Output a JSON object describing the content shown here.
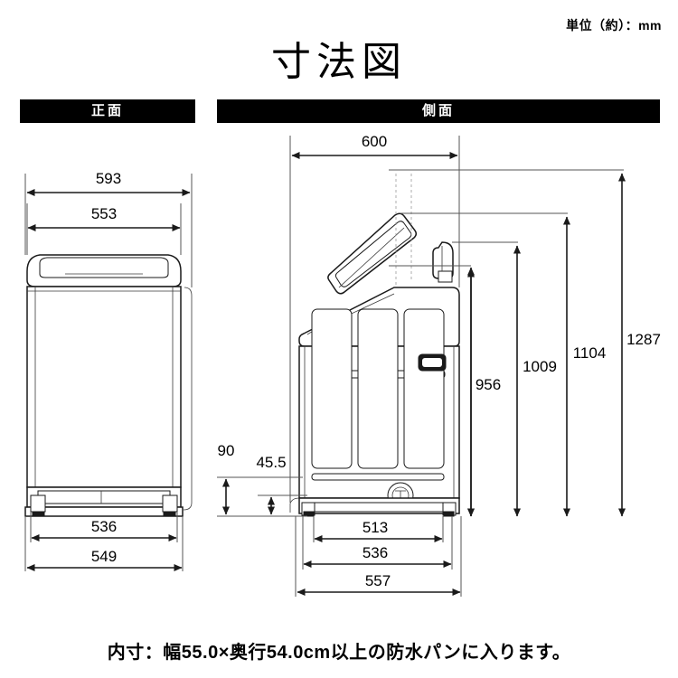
{
  "document": {
    "title": "寸法図",
    "unit_note": "単位（約）：mm",
    "footer_note": "内寸：幅55.0×奥行54.0cm以上の防水パンに入ります。"
  },
  "views": {
    "front": {
      "header": "正面"
    },
    "side": {
      "header": "側面"
    }
  },
  "dimensions": {
    "front": {
      "width_overall": "593",
      "width_cabinet": "553",
      "base_inner": "536",
      "base_outer": "549"
    },
    "side": {
      "depth_overall": "600",
      "height_body": "956",
      "height_mid": "1009",
      "height_lid_open_low": "1104",
      "height_lid_open_max": "1287",
      "base_clearance": "90",
      "foot_height": "45.5",
      "depth_inner": "513",
      "depth_mid": "536",
      "depth_outer": "557"
    }
  },
  "colors": {
    "header_background": "#000000",
    "header_text": "#ffffff",
    "line": "#1a1a1a",
    "extension_line": "#555555",
    "background": "#ffffff"
  },
  "chart_data": {
    "type": "table",
    "title": "寸法図",
    "subtitle": "単位（約）：mm",
    "categories": [
      "正面",
      "側面"
    ],
    "series": [
      {
        "name": "正面",
        "labels": [
          "593",
          "553",
          "536",
          "549"
        ],
        "values": [
          593,
          553,
          536,
          549
        ]
      },
      {
        "name": "側面",
        "labels": [
          "600",
          "956",
          "1009",
          "1104",
          "1287",
          "90",
          "45.5",
          "513",
          "536",
          "557"
        ],
        "values": [
          600,
          956,
          1009,
          1104,
          1287,
          90,
          45.5,
          513,
          536,
          557
        ]
      }
    ],
    "xlabel": "",
    "ylabel": "mm",
    "grid": false,
    "legend": "none"
  }
}
